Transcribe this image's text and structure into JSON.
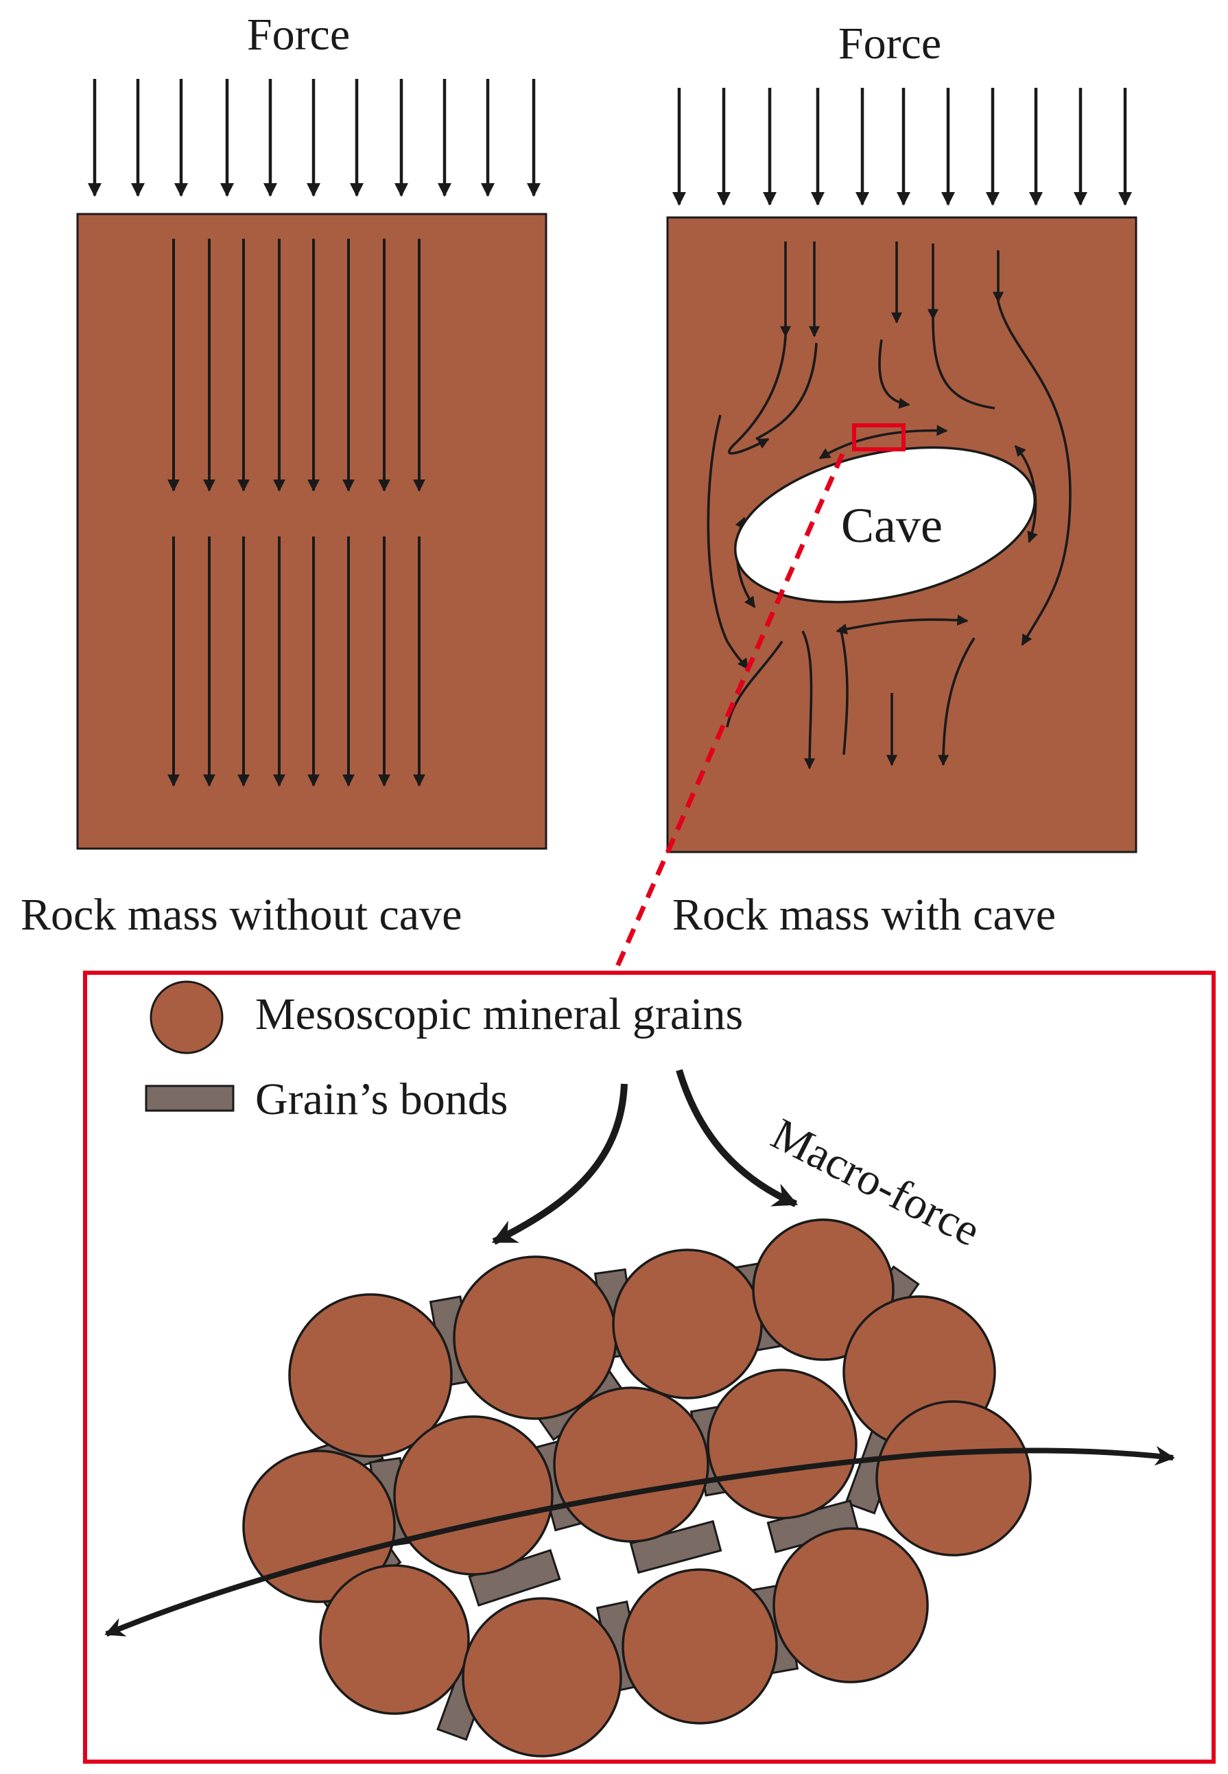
{
  "labels": {
    "force_left": "Force",
    "force_right": "Force",
    "cave": "Cave",
    "caption_left": "Rock mass without cave",
    "caption_right": "Rock mass with cave",
    "legend_grains": "Mesoscopic mineral grains",
    "legend_bonds": "Grain’s bonds",
    "macro_force": "Macro-force"
  },
  "colors": {
    "rock": "#a95e42",
    "grain": "#a95e42",
    "bond": "#7a6b65",
    "arrow": "#1a1a1a",
    "detail_frame": "#e3001b",
    "cave": "#ffffff"
  },
  "icons": {
    "grain_swatch": "circle",
    "bond_swatch": "rectangle"
  }
}
